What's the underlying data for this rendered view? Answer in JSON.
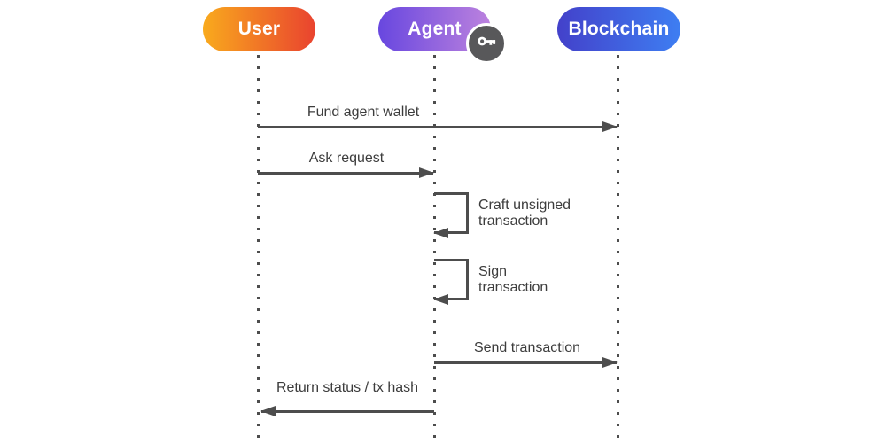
{
  "diagram": {
    "type": "sequence",
    "actors": [
      {
        "label": "User",
        "gradient": [
          "#F9AA1D",
          "#E9432F"
        ]
      },
      {
        "label": "Agent",
        "gradient": [
          "#6847DF",
          "#BC82DE"
        ],
        "badge_icon": "key-icon"
      },
      {
        "label": "Blockchain",
        "gradient": [
          "#4341CA",
          "#3E7EF2"
        ]
      }
    ],
    "messages": [
      {
        "from": "User",
        "to": "Blockchain",
        "label": "Fund agent wallet"
      },
      {
        "from": "User",
        "to": "Agent",
        "label": "Ask request"
      },
      {
        "from": "Agent",
        "to": "Agent",
        "label": "Craft unsigned transaction",
        "lines": [
          "Craft unsigned",
          "transaction"
        ]
      },
      {
        "from": "Agent",
        "to": "Agent",
        "label": "Sign transaction",
        "lines": [
          "Sign",
          "transaction"
        ]
      },
      {
        "from": "Agent",
        "to": "Blockchain",
        "label": "Send transaction"
      },
      {
        "from": "Agent",
        "to": "User",
        "label": "Return status / tx hash"
      }
    ],
    "colors": {
      "line": "#4D4D4D",
      "text": "#3C3C3C",
      "badge_bg": "#58585A",
      "background": "#FFFFFF"
    }
  }
}
